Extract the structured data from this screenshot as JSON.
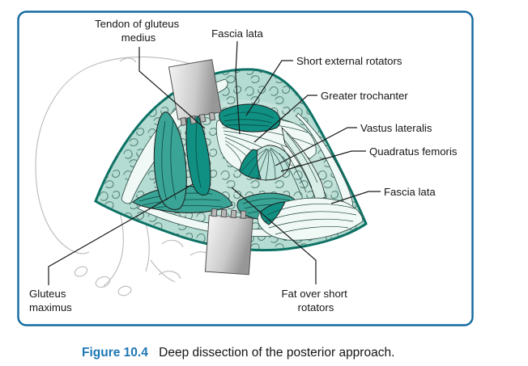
{
  "figure": {
    "caption_label": "Figure 10.4",
    "caption_text": "Deep dissection of the posterior approach."
  },
  "labels": {
    "tendon_line1": "Tendon of gluteus",
    "tendon_line2": "medius",
    "fascia_lata_top": "Fascia lata",
    "short_external_rotators": "Short external rotators",
    "greater_trochanter": "Greater trochanter",
    "vastus_lateralis": "Vastus lateralis",
    "quadratus_femoris": "Quadratus femoris",
    "fascia_lata_right": "Fascia lata",
    "gluteus_line1": "Gluteus",
    "gluteus_line2": "maximus",
    "fat_line1": "Fat over short",
    "fat_line2": "rotators"
  },
  "colors": {
    "frame_border": "#1168a0",
    "caption_accent": "#1d77b4",
    "text": "#151515",
    "rim": "#0a7164",
    "mint": "#b5dcd3",
    "squiggle": "#47786d",
    "muscle_mid": "#3aa496",
    "muscle_dark": "#0f9083",
    "fiber": "#0b4a42",
    "white_tissue": "#f0f9f5",
    "sketch": "#bfbfbf",
    "leader": "#1a1a1a"
  }
}
